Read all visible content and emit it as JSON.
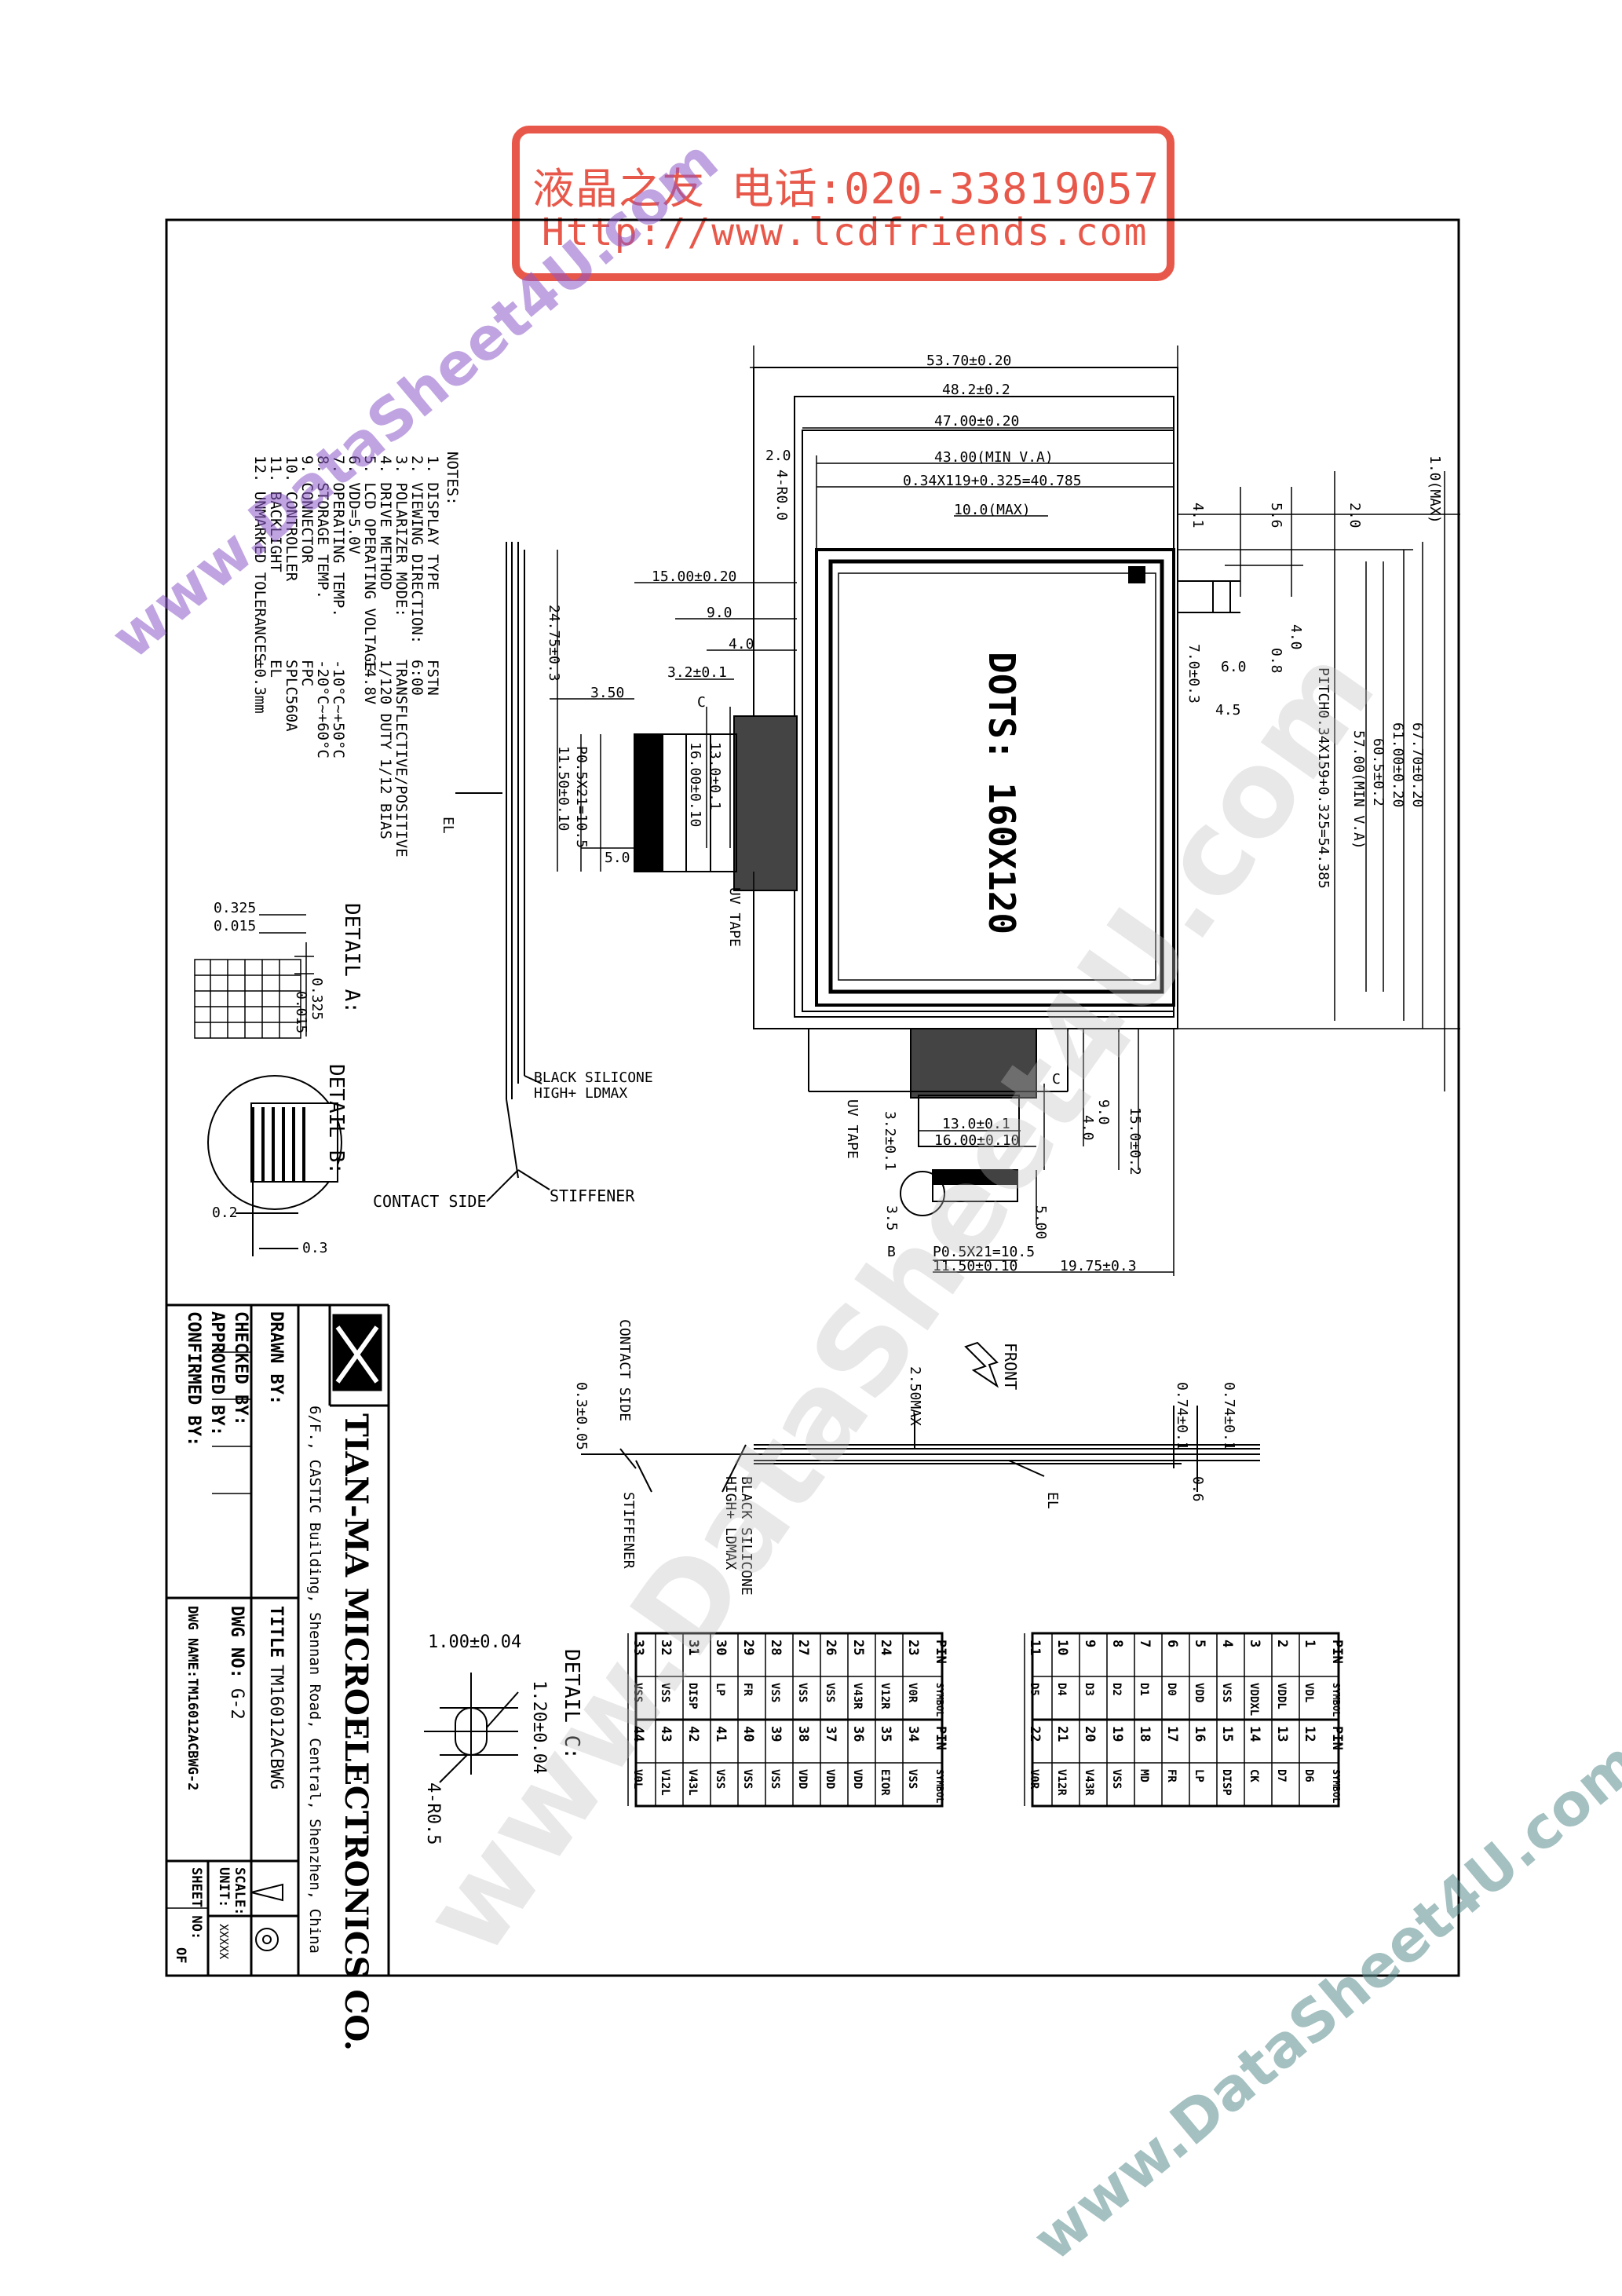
{
  "stamp": {
    "line1": "液晶之友 电话:020-33819057",
    "line2": "Http://www.lcdfriends.com"
  },
  "watermarks": {
    "small": "www.DataSheet4U.com",
    "large": "www.DataSheet4U.com"
  },
  "module": {
    "dots_label": "DOTS: 160X120"
  },
  "dimensions": {
    "top": [
      "53.70±0.20",
      "48.2±0.2",
      "47.00±0.20",
      "43.00(MIN V.A)",
      "0.34X119+0.325=40.785",
      "10.0(MAX)",
      "2.0",
      "4-R0.0"
    ],
    "right": [
      "1.0(MAX)",
      "2.0",
      "5.6",
      "4.1",
      "4.0",
      "0.8",
      "6.0",
      "7.0±0.3",
      "4.5",
      "PITCH0.34X159+0.325=54.385",
      "57.00(MIN V.A)",
      "60.5±0.2",
      "61.00±0.20",
      "67.70±0.20"
    ],
    "left_fpc": [
      "15.00±0.20",
      "9.0",
      "4.0",
      "3.2±0.1",
      "C",
      "24.75±0.3",
      "3.50",
      "P0.5X21=10.5",
      "11.50±0.10",
      "13.0±0.1",
      "16.00±0.10",
      "5.0",
      "UV TAPE",
      "EL"
    ],
    "bottom_fpc": [
      "C",
      "9.0",
      "4.0",
      "15.0±0.2",
      "13.0±0.1",
      "16.00±0.10",
      "3.2±0.1",
      "UV TAPE",
      "B",
      "3.5",
      "5.00",
      "P0.5X21=10.5",
      "11.50±0.10",
      "19.75±0.3"
    ],
    "side_view": [
      "BLACK SILICONE",
      "HIGH+ LDMAX",
      "CONTACT SIDE",
      "STIFFENER",
      "EL"
    ],
    "bottom_view": [
      "FRONT",
      "2.50MAX",
      "0.74±0.1",
      "0.74±0.1",
      "0.6",
      "0.3±0.05",
      "CONTACT SIDE",
      "BLACK SILICONE",
      "HIGH+ LDMAX",
      "STIFFENER",
      "EL"
    ],
    "detail_a": [
      "DETAIL A:",
      "0.325",
      "0.015",
      "0.325",
      "0.015"
    ],
    "detail_b": [
      "DETAIL B:",
      "0.2",
      "0.3"
    ],
    "detail_c": [
      "DETAIL C:",
      "1.00±0.04",
      "1.20±0.04",
      "4-R0.5"
    ]
  },
  "notes": {
    "title": "NOTES:",
    "items": [
      {
        "label": "1. DISPLAY TYPE",
        "value": "FSTN"
      },
      {
        "label": "2. VIEWING DIRECTION:",
        "value": "6:00"
      },
      {
        "label": "3. POLARIZER MODE:",
        "value": "TRANSFLECTIVE/POSITIVE"
      },
      {
        "label": "4. DRIVE METHOD",
        "value": "1/120 DUTY 1/12 BIAS"
      },
      {
        "label": "5. LCD OPERATING VOLTAGE",
        "value": "14.8V"
      },
      {
        "label": "6. VDD=5.0V",
        "value": ""
      },
      {
        "label": "7. OPERATING TEMP.",
        "value": "-10°C~+50°C"
      },
      {
        "label": "8. STORAGE TEMP.",
        "value": "-20°C~+60°C"
      },
      {
        "label": "9. CONNECTOR",
        "value": "FPC"
      },
      {
        "label": "10. CONTROLLER",
        "value": "SPLC560A"
      },
      {
        "label": "11. BACKLIGHT",
        "value": "EL"
      },
      {
        "label": "12. UNMARKED TOLERANCES",
        "value": "±0.3mm"
      }
    ]
  },
  "pin_tables": {
    "left": {
      "headers": [
        "PIN",
        "SYMBOL",
        "PIN",
        "SYMBOL"
      ],
      "rows": [
        [
          "1",
          "VDL",
          "12",
          "D6"
        ],
        [
          "2",
          "VDDL",
          "13",
          "D7"
        ],
        [
          "3",
          "VDDXL",
          "14",
          "CK"
        ],
        [
          "4",
          "VSS",
          "15",
          "DISP"
        ],
        [
          "5",
          "VDD",
          "16",
          "LP"
        ],
        [
          "6",
          "D0",
          "17",
          "FR"
        ],
        [
          "7",
          "D1",
          "18",
          "MD"
        ],
        [
          "8",
          "D2",
          "19",
          "VSS"
        ],
        [
          "9",
          "D3",
          "20",
          "V43R"
        ],
        [
          "10",
          "D4",
          "21",
          "V12R"
        ],
        [
          "11",
          "D5",
          "22",
          "V0R"
        ]
      ]
    },
    "right": {
      "headers": [
        "PIN",
        "SYMBOL",
        "PIN",
        "SYMBOL"
      ],
      "rows": [
        [
          "23",
          "V0R",
          "34",
          "VSS"
        ],
        [
          "24",
          "V12R",
          "35",
          "EIOR"
        ],
        [
          "25",
          "V43R",
          "36",
          "VDD"
        ],
        [
          "26",
          "VSS",
          "37",
          "VDD"
        ],
        [
          "27",
          "VSS",
          "38",
          "VDD"
        ],
        [
          "28",
          "VSS",
          "39",
          "VSS"
        ],
        [
          "29",
          "FR",
          "40",
          "VSS"
        ],
        [
          "30",
          "LP",
          "41",
          "VSS"
        ],
        [
          "31",
          "DISP",
          "42",
          "V43L"
        ],
        [
          "32",
          "VSS",
          "43",
          "V12L"
        ],
        [
          "33",
          "VSS",
          "44",
          "V0L"
        ]
      ]
    }
  },
  "title_block": {
    "company": "TIAN-MA MICROELECTRONICS CO.",
    "address": "6/F., CASTIC Building, Shennan Road, Central, Shenzhen, China",
    "drawn": "DRAWN  BY:",
    "checked": "CHECKED  BY:",
    "approved": "APPROVED  BY:",
    "confirmed": "CONFIRMED  BY:",
    "title_label": "TITLE",
    "title_value": "TM16012ACBWG",
    "dwg_no_label": "DWG  NO:",
    "dwg_no_value": "G-2",
    "dwg_name": "DWG NAME:TM16012ACBWG-2",
    "sheet": "SHEET  NO:",
    "of": "OF",
    "scale": "SCALE:",
    "unit": "UNIT:",
    "unit_value": "XXXXX"
  }
}
